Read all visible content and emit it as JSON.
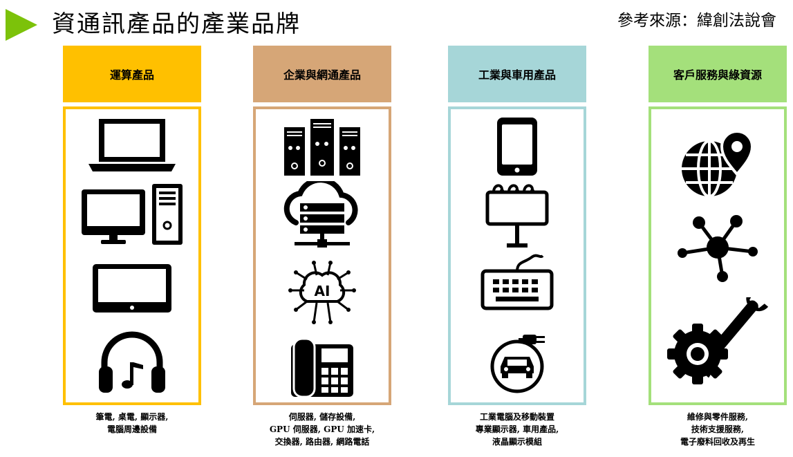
{
  "header": {
    "title": "資通訊產品的產業品牌",
    "source": "參考來源：緯創法說會"
  },
  "columns": [
    {
      "label": "運算產品",
      "color": "#ffc000",
      "icons": [
        "laptop-icon",
        "desktop-pc-icon",
        "monitor-icon",
        "headphones-icon"
      ],
      "caption": [
        "筆電, 桌電, 顯示器,",
        "電腦周邊設備"
      ]
    },
    {
      "label": "企業與網通產品",
      "color": "#d6a677",
      "icons": [
        "server-rack-icon",
        "cloud-server-icon",
        "ai-chip-icon",
        "ip-phone-icon"
      ],
      "caption": [
        "伺服器, 儲存設備,",
        "GPU 伺服器, GPU 加速卡,",
        "交換器, 路由器, 網路電話"
      ]
    },
    {
      "label": "工業與車用產品",
      "color": "#a6d6d8",
      "icons": [
        "tablet-icon",
        "billboard-icon",
        "keyboard-icon",
        "electric-car-icon"
      ],
      "caption": [
        "工業電腦及移動裝置",
        "專業顯示器, 車用產品,",
        "液晶顯示模組"
      ]
    },
    {
      "label": "客戶服務與綠資源",
      "color": "#a4e07b",
      "icons": [
        "globe-location-icon",
        "network-hub-icon",
        "wrench-gear-icon"
      ],
      "caption": [
        "維修與零件服務,",
        "技術支援服務,",
        "電子廢料回收及再生"
      ]
    }
  ]
}
